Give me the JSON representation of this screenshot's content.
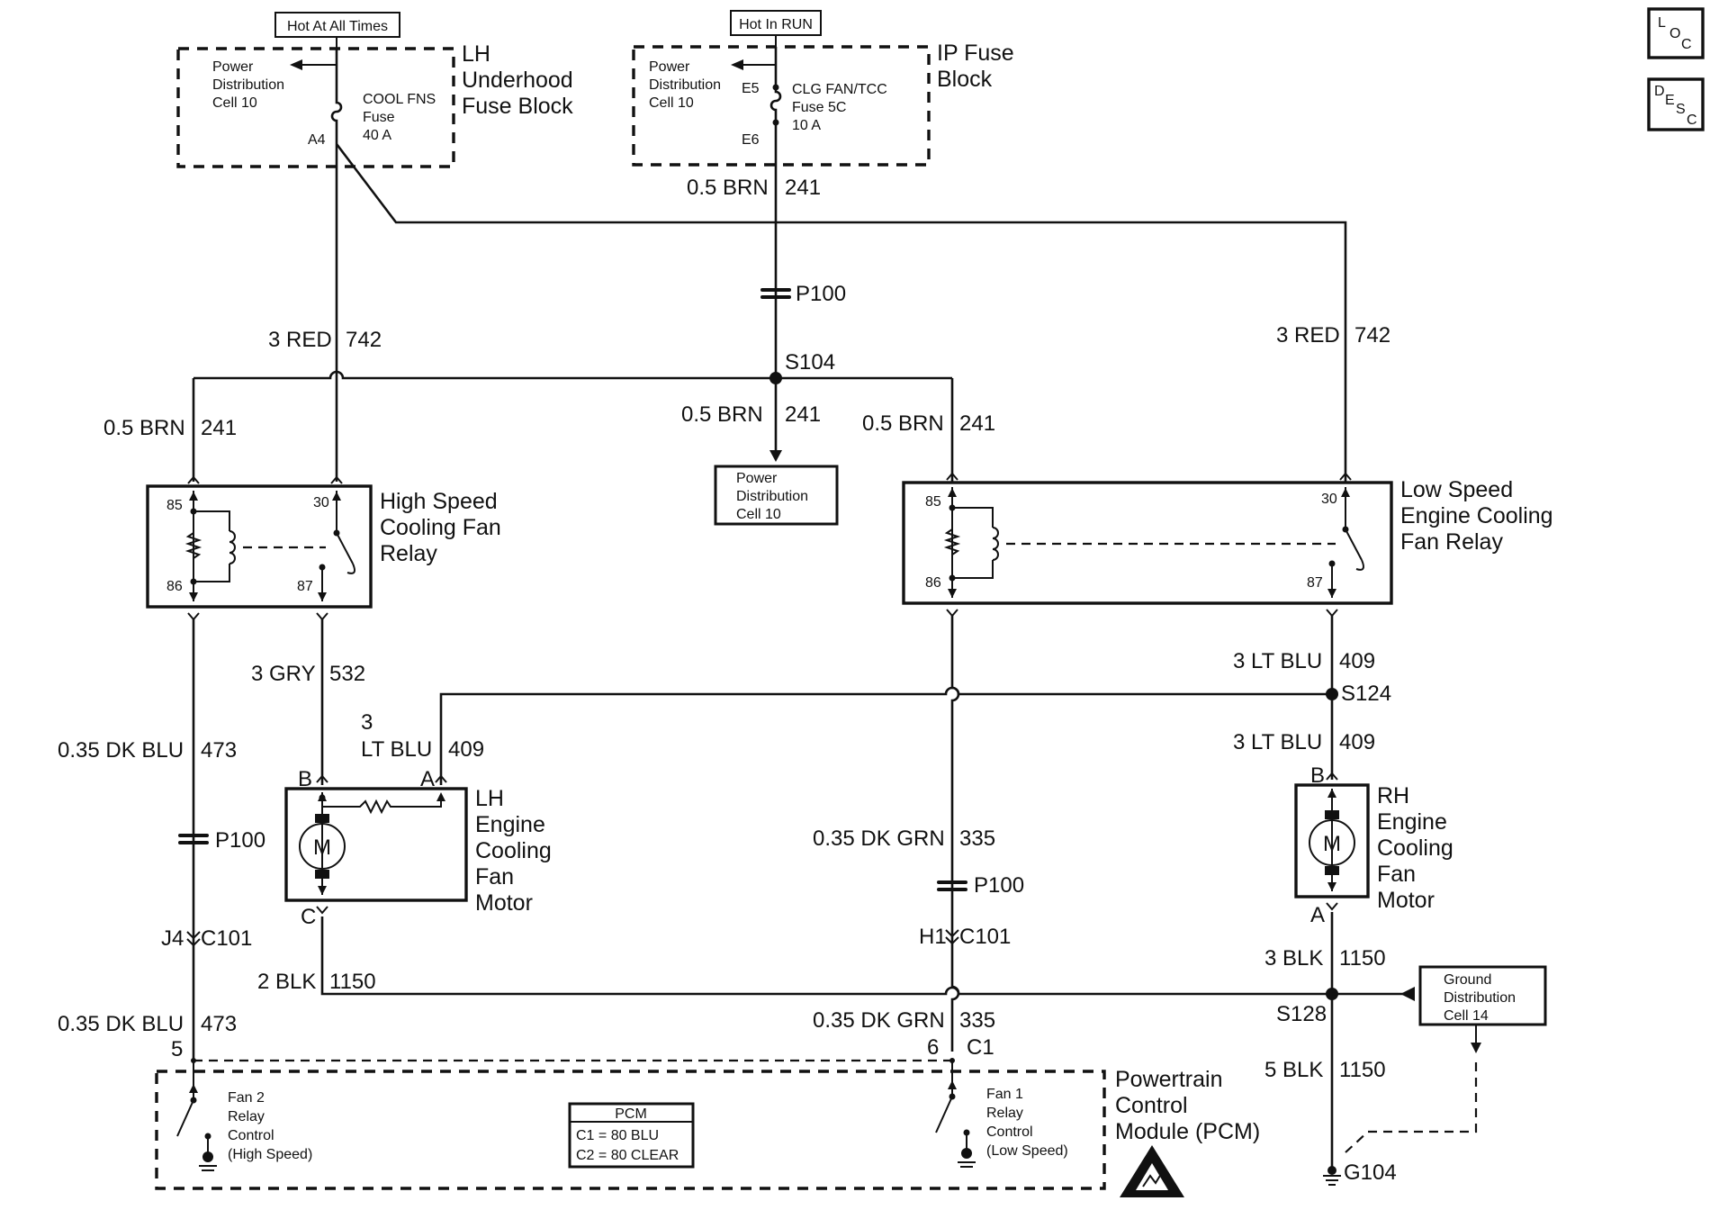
{
  "fuse_sources": {
    "hot_all_times": "Hot At All Times",
    "hot_in_run": "Hot In RUN",
    "lh_fuse_block": [
      "LH",
      "Underhood",
      "Fuse Block"
    ],
    "lh_power_dist": [
      "Power",
      "Distribution",
      "Cell 10"
    ],
    "cool_fns_fuse": [
      "COOL FNS",
      "Fuse",
      "40 A"
    ],
    "lh_pin": "A4",
    "ip_fuse_block": [
      "IP Fuse",
      "Block"
    ],
    "ip_power_dist": [
      "Power",
      "Distribution",
      "Cell 10"
    ],
    "clg_fan_fuse": [
      "CLG FAN/TCC",
      "Fuse 5C",
      "10 A"
    ],
    "ip_pin_in": "E5",
    "ip_pin_out": "E6"
  },
  "wires": {
    "brn_241_top": [
      "0.5 BRN",
      "241"
    ],
    "red_742_left": [
      "3 RED",
      "742"
    ],
    "red_742_right": [
      "3 RED",
      "742"
    ],
    "brn_241_hs": [
      "0.5 BRN",
      "241"
    ],
    "brn_241_mid": [
      "0.5 BRN",
      "241"
    ],
    "brn_241_ls": [
      "0.5 BRN",
      "241"
    ],
    "gry_532": [
      "3 GRY",
      "532"
    ],
    "dkblu_473_a": [
      "0.35 DK BLU",
      "473"
    ],
    "dkblu_473_b": [
      "0.35 DK BLU",
      "473"
    ],
    "ltblu_409_lh": [
      "3",
      "LT BLU",
      "409"
    ],
    "ltblu_409_top": [
      "3 LT BLU",
      "409"
    ],
    "ltblu_409_rh": [
      "3 LT BLU",
      "409"
    ],
    "dkgrn_335_a": [
      "0.35 DK GRN",
      "335"
    ],
    "dkgrn_335_b": [
      "0.35 DK GRN",
      "335"
    ],
    "blk_1150_lh": [
      "2 BLK",
      "1150"
    ],
    "blk_1150_rh": [
      "3 BLK",
      "1150"
    ],
    "blk_1150_gnd": [
      "5 BLK",
      "1150"
    ]
  },
  "connectors": {
    "p100_top": "P100",
    "p100_left": "P100",
    "p100_mid": "P100",
    "s104": "S104",
    "s124": "S124",
    "s128": "S128",
    "g104": "G104",
    "c101_left": "J4",
    "c101_left_name": "C101",
    "c101_mid": "H1",
    "c101_mid_name": "C101",
    "pcm_pin_5": "5",
    "pcm_pin_6": "6",
    "pcm_c1": "C1"
  },
  "relays": {
    "high_speed": {
      "title": [
        "High Speed",
        "Cooling Fan",
        "Relay"
      ],
      "pins": [
        "85",
        "86",
        "30",
        "87"
      ]
    },
    "low_speed": {
      "title": [
        "Low Speed",
        "Engine Cooling",
        "Fan Relay"
      ],
      "pins": [
        "85",
        "86",
        "30",
        "87"
      ]
    }
  },
  "power_dist_mid": [
    "Power",
    "Distribution",
    "Cell 10"
  ],
  "ground_dist": [
    "Ground",
    "Distribution",
    "Cell 14"
  ],
  "motors": {
    "lh": {
      "title": [
        "LH",
        "Engine",
        "Cooling",
        "Fan",
        "Motor"
      ],
      "pins": [
        "B",
        "A",
        "C"
      ],
      "symbol": "M"
    },
    "rh": {
      "title": [
        "RH",
        "Engine",
        "Cooling",
        "Fan",
        "Motor"
      ],
      "pins": [
        "B",
        "A"
      ],
      "symbol": "M"
    }
  },
  "pcm": {
    "title": [
      "Powertrain",
      "Control",
      "Module (PCM)"
    ],
    "fan2": [
      "Fan 2",
      "Relay",
      "Control",
      "(High Speed)"
    ],
    "fan1": [
      "Fan 1",
      "Relay",
      "Control",
      "(Low Speed)"
    ],
    "table_title": "PCM",
    "table_rows": [
      "C1 = 80 BLU",
      "C2 = 80 CLEAR"
    ]
  },
  "nav_icons": {
    "loc": [
      "L",
      "O",
      "C"
    ],
    "desc": [
      "D",
      "E",
      "S",
      "C"
    ]
  }
}
